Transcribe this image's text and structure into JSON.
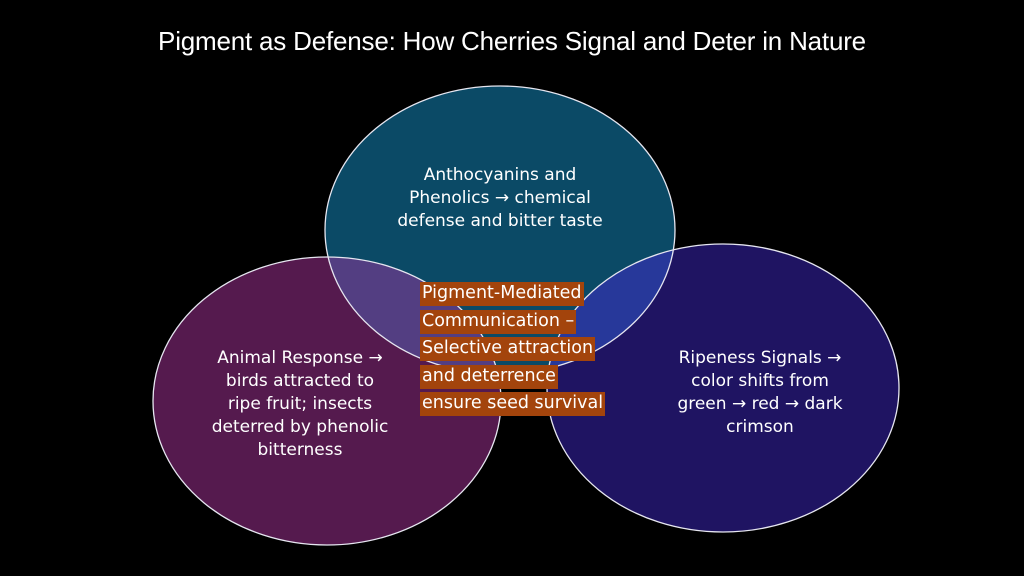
{
  "slide": {
    "title": "Pigment as Defense: How Cherries Signal and Deter in Nature",
    "background": "#000000"
  },
  "venn": {
    "circles": [
      {
        "id": "top",
        "text": "Anthocyanins and Phenolics → chemical defense and bitter taste",
        "lines": [
          "Anthocyanins and",
          "Phenolics → chemical",
          "defense and bitter taste"
        ],
        "fill": "#0b4a66"
      },
      {
        "id": "left",
        "text": "Animal Response → birds attracted to ripe fruit; insects deterred by phenolic bitterness",
        "lines": [
          "Animal Response →",
          "birds attracted to",
          "ripe fruit; insects",
          "deterred by phenolic",
          "bitterness"
        ],
        "fill": "#551a4e"
      },
      {
        "id": "right",
        "text": "Ripeness Signals → color shifts from green → red → dark crimson",
        "lines": [
          "Ripeness Signals →",
          "color shifts from",
          "green → red → dark",
          "crimson"
        ],
        "fill": "#1f1462"
      }
    ],
    "overlaps": {
      "top_left": "#533e82",
      "top_right": "#27389a",
      "outline": "#e6e6f0"
    },
    "center": {
      "text": "Pigment-Mediated Communication – Selective attraction and deterrence ensure seed survival",
      "lines": [
        "Pigment-Mediated",
        "Communication –",
        "Selective attraction",
        "and deterrence",
        "ensure seed survival"
      ],
      "highlight": "#a3440c"
    }
  }
}
